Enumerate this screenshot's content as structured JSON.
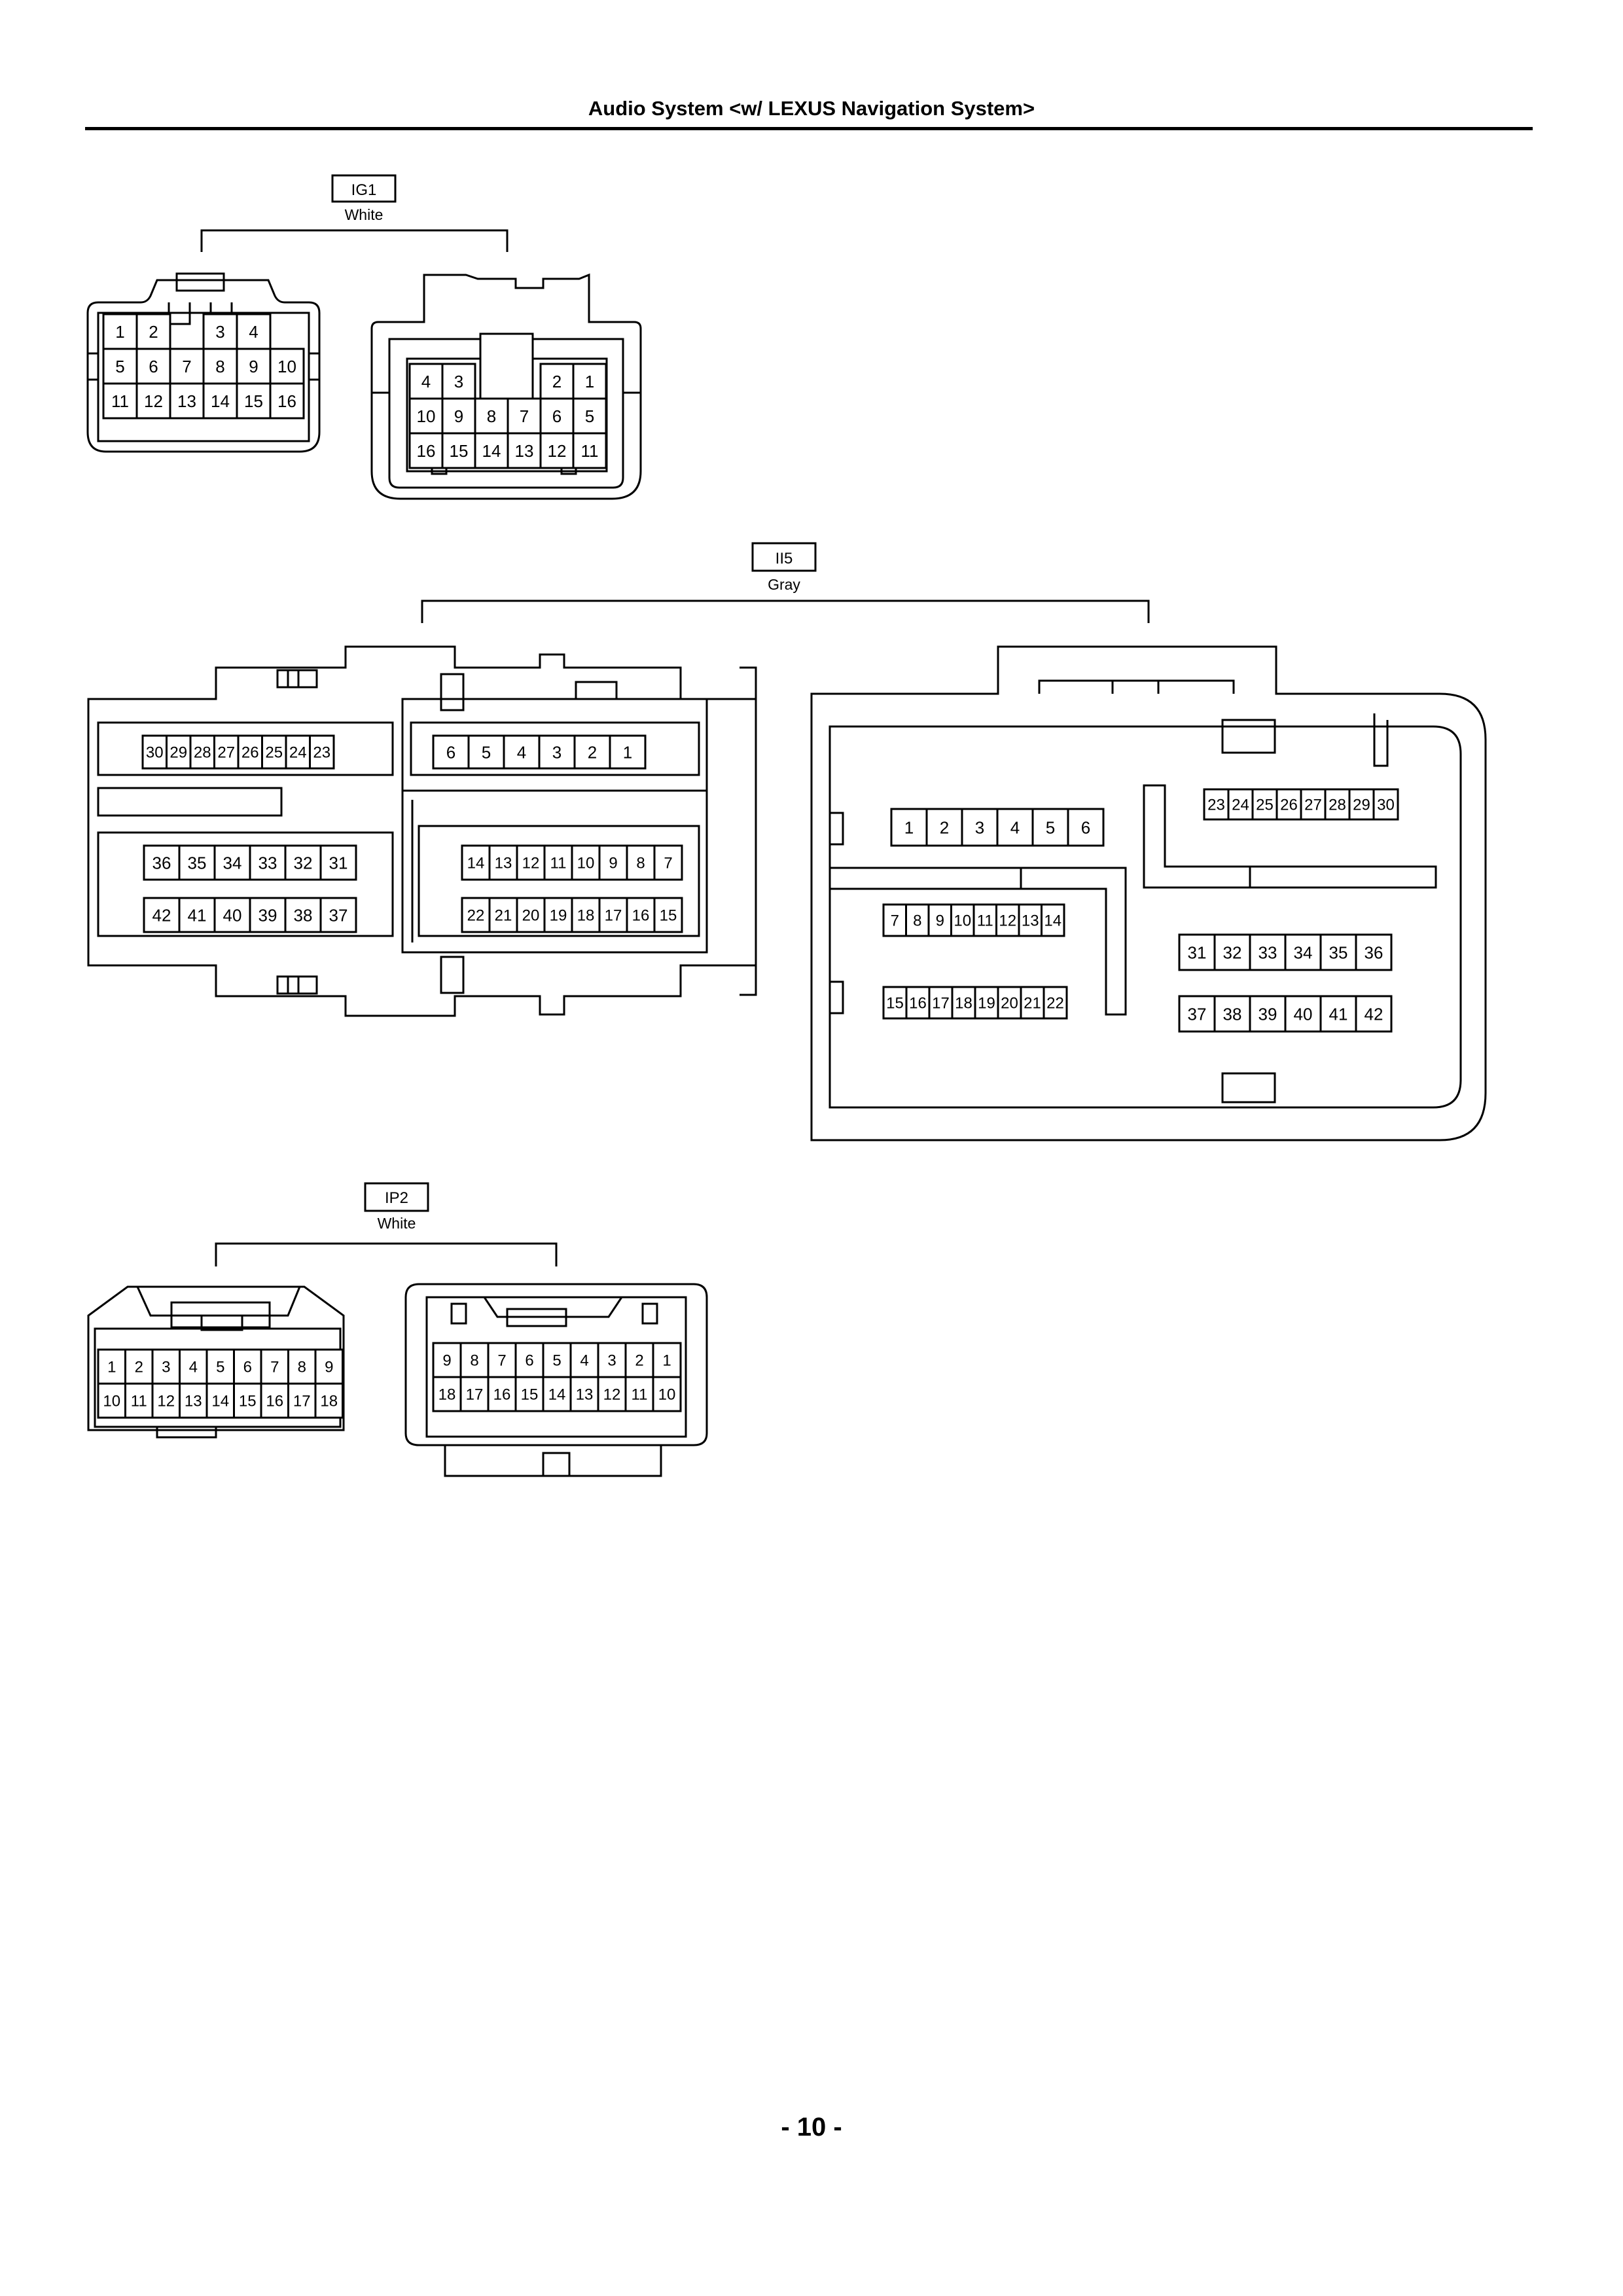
{
  "header": {
    "title": "Audio System <w/ LEXUS Navigation System>"
  },
  "footer": {
    "page_number": "- 10 -"
  },
  "connectors": [
    {
      "code": "IG1",
      "color": "White",
      "views": [
        {
          "rows": [
            [
              "1",
              "2",
              "",
              "3",
              "4"
            ],
            [
              "5",
              "6",
              "7",
              "8",
              "9",
              "10"
            ],
            [
              "11",
              "12",
              "13",
              "14",
              "15",
              "16"
            ]
          ]
        },
        {
          "rows": [
            [
              "4",
              "3",
              "",
              "",
              "2",
              "1"
            ],
            [
              "10",
              "9",
              "8",
              "7",
              "6",
              "5"
            ],
            [
              "16",
              "15",
              "14",
              "13",
              "12",
              "11"
            ]
          ]
        }
      ]
    },
    {
      "code": "II5",
      "color": "Gray",
      "views": [
        {
          "groups": [
            [
              "30",
              "29",
              "28",
              "27",
              "26",
              "25",
              "24",
              "23"
            ],
            [
              "6",
              "5",
              "4",
              "3",
              "2",
              "1"
            ],
            [
              "36",
              "35",
              "34",
              "33",
              "32",
              "31"
            ],
            [
              "42",
              "41",
              "40",
              "39",
              "38",
              "37"
            ],
            [
              "14",
              "13",
              "12",
              "11",
              "10",
              "9",
              "8",
              "7"
            ],
            [
              "22",
              "21",
              "20",
              "19",
              "18",
              "17",
              "16",
              "15"
            ]
          ]
        },
        {
          "groups": [
            [
              "1",
              "2",
              "3",
              "4",
              "5",
              "6"
            ],
            [
              "23",
              "24",
              "25",
              "26",
              "27",
              "28",
              "29",
              "30"
            ],
            [
              "7",
              "8",
              "9",
              "10",
              "11",
              "12",
              "13",
              "14"
            ],
            [
              "15",
              "16",
              "17",
              "18",
              "19",
              "20",
              "21",
              "22"
            ],
            [
              "31",
              "32",
              "33",
              "34",
              "35",
              "36"
            ],
            [
              "37",
              "38",
              "39",
              "40",
              "41",
              "42"
            ]
          ]
        }
      ]
    },
    {
      "code": "IP2",
      "color": "White",
      "views": [
        {
          "rows": [
            [
              "1",
              "2",
              "3",
              "4",
              "5",
              "6",
              "7",
              "8",
              "9"
            ],
            [
              "10",
              "11",
              "12",
              "13",
              "14",
              "15",
              "16",
              "17",
              "18"
            ]
          ]
        },
        {
          "rows": [
            [
              "9",
              "8",
              "7",
              "6",
              "5",
              "4",
              "3",
              "2",
              "1"
            ],
            [
              "18",
              "17",
              "16",
              "15",
              "14",
              "13",
              "12",
              "11",
              "10"
            ]
          ]
        }
      ]
    }
  ]
}
